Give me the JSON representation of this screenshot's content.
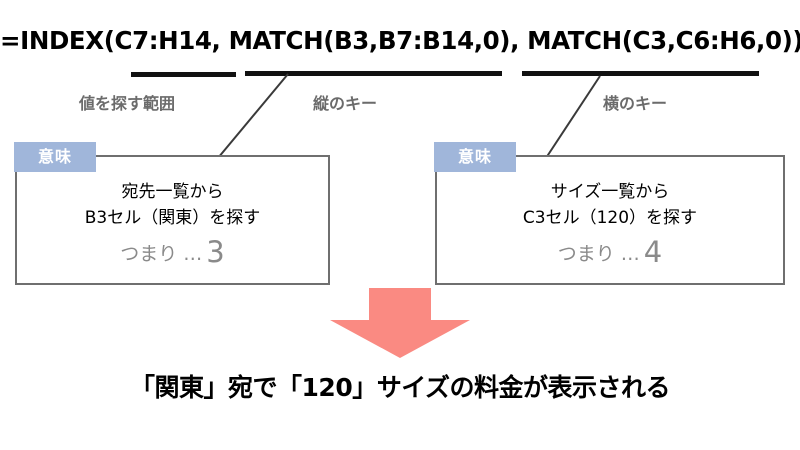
{
  "formula": {
    "text": "=INDEX(C7:H14, MATCH(B3,B7:B14,0), MATCH(C3,C6:H6,0))"
  },
  "captions": {
    "range": "値を探す範囲",
    "vertical_key": "縦のキー",
    "horizontal_key": "横のキー"
  },
  "boxes": [
    {
      "tag": "意味",
      "line1": "宛先一覧から",
      "line2": "B3セル（関東）を探す",
      "result_prefix": "つまり …",
      "result_value": "3"
    },
    {
      "tag": "意味",
      "line1": "サイズ一覧から",
      "line2": "C3セル（120）を探す",
      "result_prefix": "つまり …",
      "result_value": "4"
    }
  ],
  "conclusion": {
    "text": "「関東」宛で「120」サイズの料金が表示される"
  },
  "colors": {
    "tag_blue": "#a0b6da",
    "arrow_salmon": "#fa8a82",
    "caption_gray": "#6b6b6b",
    "box_border_gray": "#6f6f6f",
    "result_gray": "#8a8a8a"
  },
  "icons": {
    "arrow": "down-arrow-icon"
  }
}
